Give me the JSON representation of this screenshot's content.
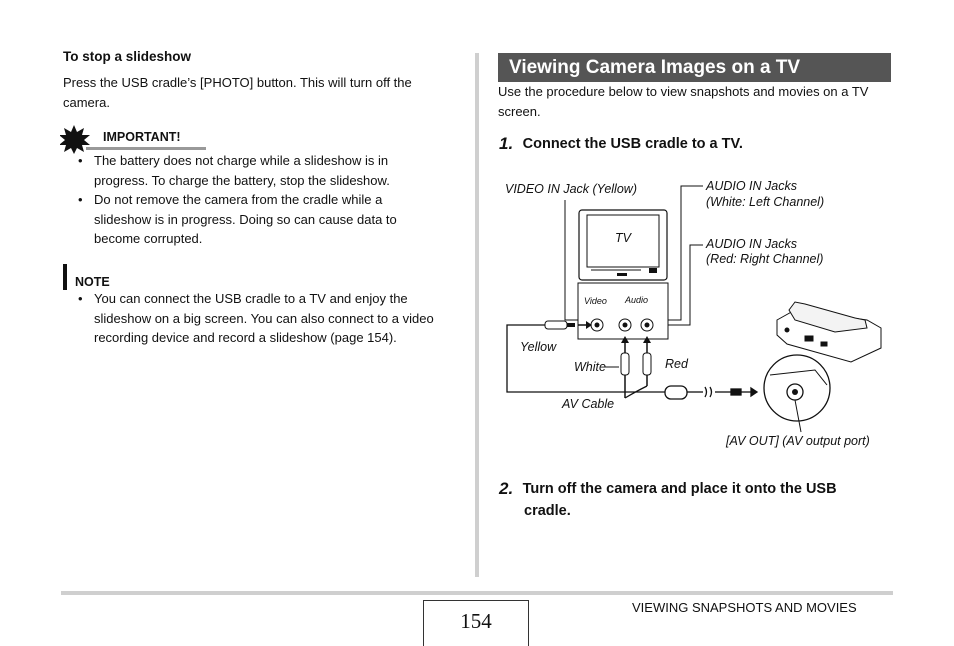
{
  "left": {
    "stop_heading": "To stop a slideshow",
    "stop_text_lines": [
      "Press the USB cradle’s [PHOTO] button. This will turn off the",
      "camera."
    ],
    "important_label": "IMPORTANT!",
    "important_items": [
      [
        "The battery does not charge while a slideshow is in",
        "progress. To charge the battery, stop the slideshow."
      ],
      [
        "Do not remove the camera from the cradle while a",
        "slideshow is in progress. Doing so can cause data to",
        "become corrupted."
      ]
    ],
    "note_label": "NOTE",
    "note_items": [
      [
        "You can connect the USB cradle to a TV and enjoy the",
        "slideshow on a big screen. You can also connect to a video",
        "recording device and record a slideshow (page 154)."
      ]
    ]
  },
  "right": {
    "section_title": "Viewing Camera Images on a TV",
    "intro_lines": [
      "Use the procedure below to view snapshots and movies on a TV",
      "screen."
    ],
    "step1_num": "1.",
    "step1_text": "Connect the USB cradle to a TV.",
    "step2_num": "2.",
    "step2_lines": [
      "Turn off the camera and place it onto the USB",
      "cradle."
    ]
  },
  "diagram": {
    "video_in": "VIDEO IN Jack (Yellow)",
    "audio_white_1": "AUDIO IN Jacks",
    "audio_white_2": "(White: Left Channel)",
    "audio_red_1": "AUDIO IN Jacks",
    "audio_red_2": "(Red: Right Channel)",
    "tv": "TV",
    "video": "Video",
    "audio": "Audio",
    "yellow": "Yellow",
    "white": "White",
    "red": "Red",
    "av_cable": "AV Cable",
    "av_out": "[AV OUT] (AV output port)"
  },
  "footer": {
    "page_number": "154",
    "section_name": "VIEWING SNAPSHOTS AND MOVIES"
  }
}
